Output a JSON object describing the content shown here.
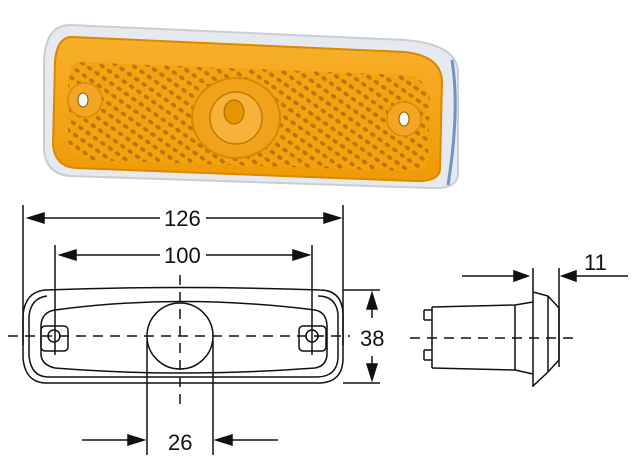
{
  "photo": {
    "subject": "amber side marker lamp",
    "colors": {
      "lens": "#f5a50c",
      "lens_dark": "#e08a00",
      "housing": "#e8ecef",
      "housing_edge": "#3c6fb0"
    }
  },
  "front_view": {
    "dimensions": {
      "overall_width": "126",
      "mounting_hole_spacing": "100",
      "height": "38",
      "lamp_diameter": "26"
    }
  },
  "side_view": {
    "dimensions": {
      "flange_depth": "11"
    }
  },
  "colors": {
    "line": "#111111",
    "background": "#ffffff"
  }
}
